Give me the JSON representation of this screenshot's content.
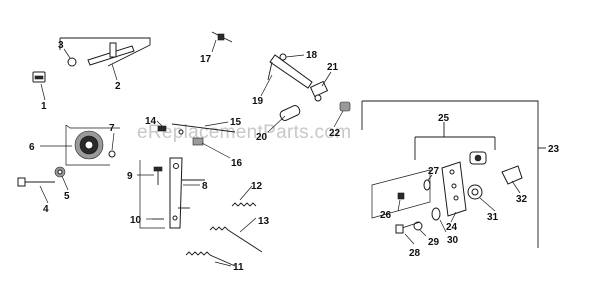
{
  "watermark": "eReplacementParts.com",
  "callouts": {
    "1": "1",
    "2": "2",
    "3": "3",
    "4": "4",
    "5": "5",
    "6": "6",
    "7": "7",
    "8": "8",
    "9": "9",
    "10": "10",
    "11": "11",
    "12": "12",
    "13": "13",
    "14": "14",
    "15": "15",
    "16": "16",
    "17": "17",
    "18": "18",
    "19": "19",
    "20": "20",
    "21": "21",
    "22": "22",
    "23": "23",
    "24": "24",
    "25": "25",
    "26": "26",
    "27": "27",
    "28": "28",
    "29": "29",
    "30": "30",
    "31": "31",
    "32": "32"
  },
  "colors": {
    "line": "#1a1a1a",
    "watermark": "#c8c8c8",
    "background": "#ffffff"
  }
}
